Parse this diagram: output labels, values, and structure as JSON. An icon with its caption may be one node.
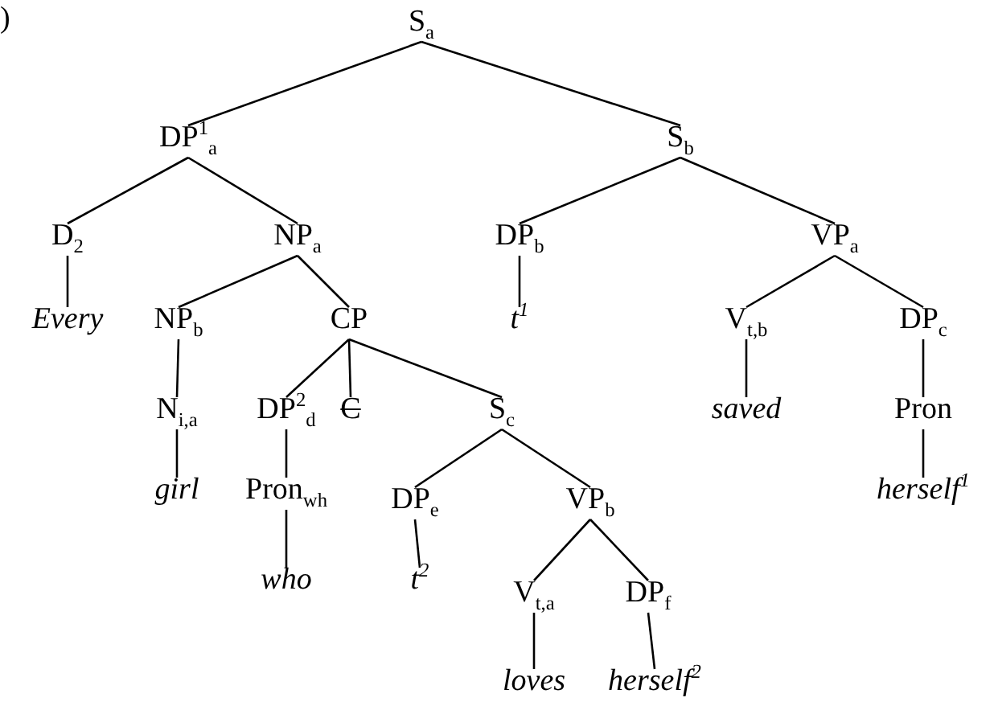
{
  "diagram": {
    "nodes": [
      {
        "text": [
          "S$_{a}$"
        ]
      },
      {
        "text": [
          "DP$^{1}$$_{a}$"
        ]
      },
      {
        "text": [
          "S$_{b}$"
        ]
      },
      {
        "text": [
          "D$_{2}$"
        ]
      },
      {
        "text": [
          "NP$_{a}$"
        ]
      },
      {
        "text": [
          "DP$_{b}$"
        ]
      },
      {
        "text": [
          "VP$_{a}$"
        ]
      },
      {
        "text": [
          "Every"
        ]
      },
      {
        "text": [
          "NP$_{b}$"
        ]
      },
      {
        "text": [
          "CP"
        ]
      },
      {
        "text": [
          "t$^{1}$"
        ]
      },
      {
        "text": [
          "V$_{t,b}$"
        ]
      },
      {
        "text": [
          "DP$_{c}$"
        ]
      },
      {
        "text": [
          "N$_{i,a}$"
        ]
      },
      {
        "text": [
          "DP$^{2}$$_{d}$"
        ]
      },
      {
        "text": [
          "C"
        ]
      },
      {
        "text": [
          "S$_{c}$"
        ]
      },
      {
        "text": [
          "saved"
        ]
      },
      {
        "text": [
          "Pron"
        ]
      },
      {
        "text": [
          "girl"
        ]
      },
      {
        "text": [
          "Pron$_{wh}$"
        ]
      },
      {
        "text": [
          "DP$_{e}$"
        ]
      },
      {
        "text": [
          "VP$_{b}$"
        ]
      },
      {
        "text": [
          "herself$^{1}$"
        ]
      },
      {
        "text": [
          "who"
        ]
      },
      {
        "text": [
          "t$^{2}$"
        ]
      },
      {
        "text": [
          "V$_{t,a}$"
        ]
      },
      {
        "text": [
          "DP$_{f}$"
        ]
      },
      {
        "text": [
          "loves"
        ]
      },
      {
        "text": [
          "herself$^{2}$"
        ]
      }
    ],
    "edges": [
      {
        "from": 0,
        "to": 1,
        "arrow": "none"
      },
      {
        "from": 0,
        "to": 2,
        "arrow": "none"
      },
      {
        "from": 1,
        "to": 3,
        "arrow": "none"
      },
      {
        "from": 1,
        "to": 4,
        "arrow": "none"
      },
      {
        "from": 2,
        "to": 5,
        "arrow": "none"
      },
      {
        "from": 2,
        "to": 6,
        "arrow": "none"
      },
      {
        "from": 3,
        "to": 7,
        "arrow": "none"
      },
      {
        "from": 4,
        "to": 8,
        "arrow": "none"
      },
      {
        "from": 4,
        "to": 9,
        "arrow": "none"
      },
      {
        "from": 5,
        "to": 10,
        "arrow": "none"
      },
      {
        "from": 6,
        "to": 11,
        "arrow": "none"
      },
      {
        "from": 6,
        "to": 12,
        "arrow": "none"
      },
      {
        "from": 8,
        "to": 13,
        "arrow": "none"
      },
      {
        "from": 9,
        "to": 14,
        "arrow": "none"
      },
      {
        "from": 9,
        "to": 15,
        "arrow": "none"
      },
      {
        "from": 9,
        "to": 16,
        "arrow": "none"
      },
      {
        "from": 11,
        "to": 17,
        "arrow": "none"
      },
      {
        "from": 12,
        "to": 18,
        "arrow": "none"
      },
      {
        "from": 13,
        "to": 19,
        "arrow": "none"
      },
      {
        "from": 14,
        "to": 20,
        "arrow": "none"
      },
      {
        "from": 16,
        "to": 21,
        "arrow": "none"
      },
      {
        "from": 16,
        "to": 22,
        "arrow": "none"
      },
      {
        "from": 18,
        "to": 23,
        "arrow": "none"
      },
      {
        "from": 20,
        "to": 24,
        "arrow": "none"
      },
      {
        "from": 21,
        "to": 25,
        "arrow": "none"
      },
      {
        "from": 22,
        "to": 26,
        "arrow": "none"
      },
      {
        "from": 22,
        "to": 27,
        "arrow": "none"
      },
      {
        "from": 26,
        "to": 28,
        "arrow": "none"
      },
      {
        "from": 27,
        "to": 29,
        "arrow": "none"
      }
    ],
    "labels": [
      ")"
    ]
  }
}
